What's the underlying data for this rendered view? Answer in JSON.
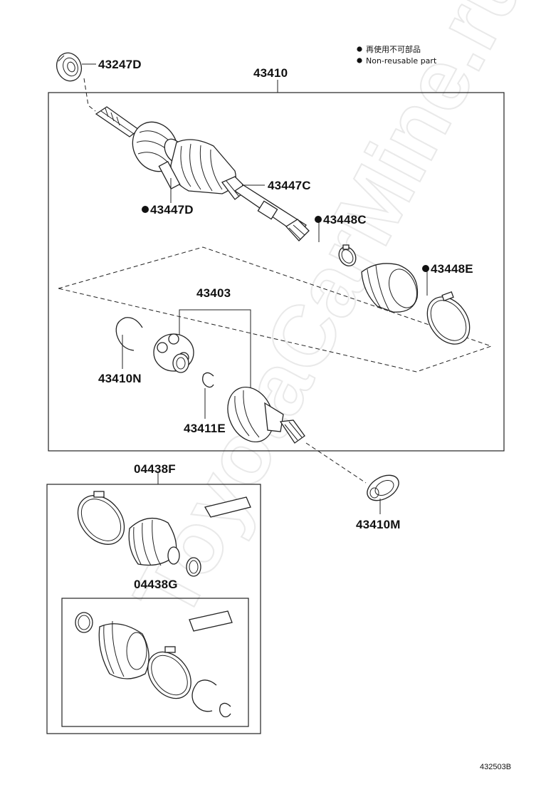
{
  "legend": {
    "japanese": "再使用不可部品",
    "english": "Non-reusable part"
  },
  "watermark": "ToyotaCarMine.ru",
  "drawing_code": "432503B",
  "parts": {
    "p43247D": "43247D",
    "p43410": "43410",
    "p43447C": "43447C",
    "p43447D": "43447D",
    "p43448C": "43448C",
    "p43448E": "43448E",
    "p43403": "43403",
    "p43410N": "43410N",
    "p43411E": "43411E",
    "p43410M": "43410M",
    "p04438F": "04438F",
    "p04438G": "04438G"
  },
  "colors": {
    "line": "#222222",
    "watermark": "#e9e9e9",
    "background": "#ffffff"
  }
}
